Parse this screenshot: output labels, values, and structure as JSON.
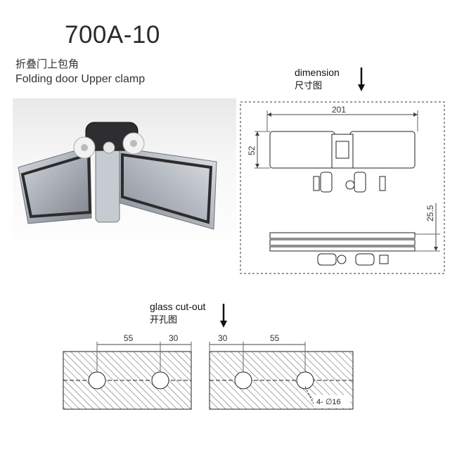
{
  "header": {
    "model": "700A-10",
    "title_cn": "折叠门上包角",
    "title_en": "Folding door Upper clamp"
  },
  "dimension": {
    "label_en": "dimension",
    "label_cn": "尺寸图",
    "width": "201",
    "height": "52",
    "side": "25.5"
  },
  "cutout": {
    "label_en": "glass cut-out",
    "label_cn": "开孔图",
    "left_dim_a": "55",
    "left_dim_b": "30",
    "right_dim_a": "30",
    "right_dim_b": "55",
    "hole_note": "4- ∅16"
  },
  "colors": {
    "metal": "#b8bcc4",
    "hatch": "#555555"
  }
}
